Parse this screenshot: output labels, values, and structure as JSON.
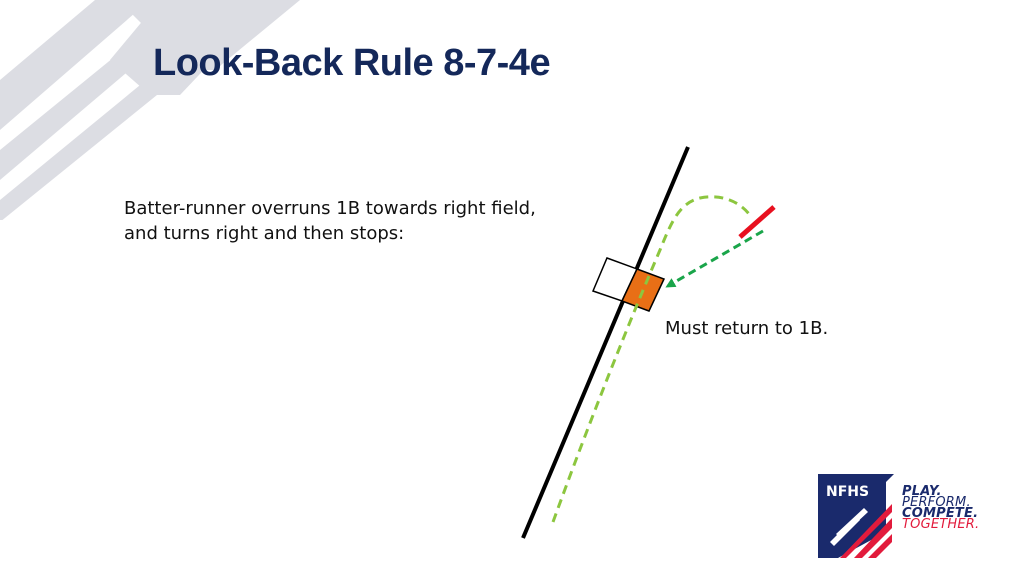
{
  "slide": {
    "title": "Look-Back Rule 8-7-4e",
    "description_lines": [
      "Batter-runner overruns 1B towards right field,",
      "and turns right and then stops:"
    ],
    "note": "Must return to 1B."
  },
  "logo": {
    "badge": "NFHS",
    "tagline_lines": [
      "PLAY.",
      "PERFORM.",
      "COMPETE.",
      "TOGETHER."
    ]
  },
  "colors": {
    "title": "#14285a",
    "decor_stripes": "#dcdde3",
    "foul_line": "#000000",
    "base_fill": "#e86f16",
    "runner_path": "#8cc63f",
    "return_arrow": "#1aa54a",
    "stop_marker": "#e8101f",
    "logo_navy": "#1a2a6c",
    "logo_red": "#e21b3c"
  }
}
